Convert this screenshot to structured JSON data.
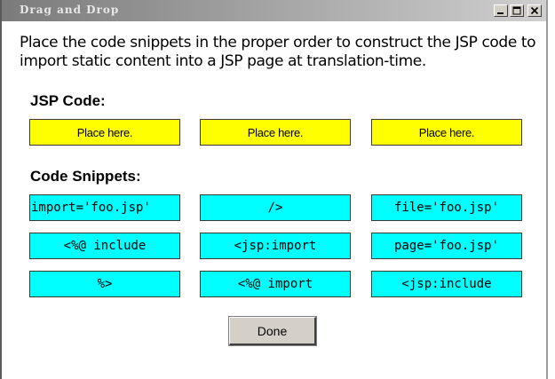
{
  "window": {
    "title": "Drag and Drop",
    "controls": {
      "minimize_icon": "minimize-icon",
      "maximize_icon": "maximize-icon",
      "close_icon": "close-icon"
    }
  },
  "instruction": "Place the code snippets in the proper order to construct the JSP code to import static content into a JSP page at translation-time.",
  "jsp_code": {
    "heading": "JSP Code:",
    "slots": [
      "Place here.",
      "Place here.",
      "Place here."
    ],
    "slot_color": "#ffff00"
  },
  "code_snippets": {
    "heading": "Code Snippets:",
    "items": [
      "import='foo.jsp'",
      "/>",
      "file='foo.jsp'",
      "<%@ include",
      "<jsp:import",
      "page='foo.jsp'",
      "%>",
      "<%@ import",
      "<jsp:include"
    ],
    "snippet_color": "#00ffff"
  },
  "done_button": {
    "label": "Done"
  }
}
